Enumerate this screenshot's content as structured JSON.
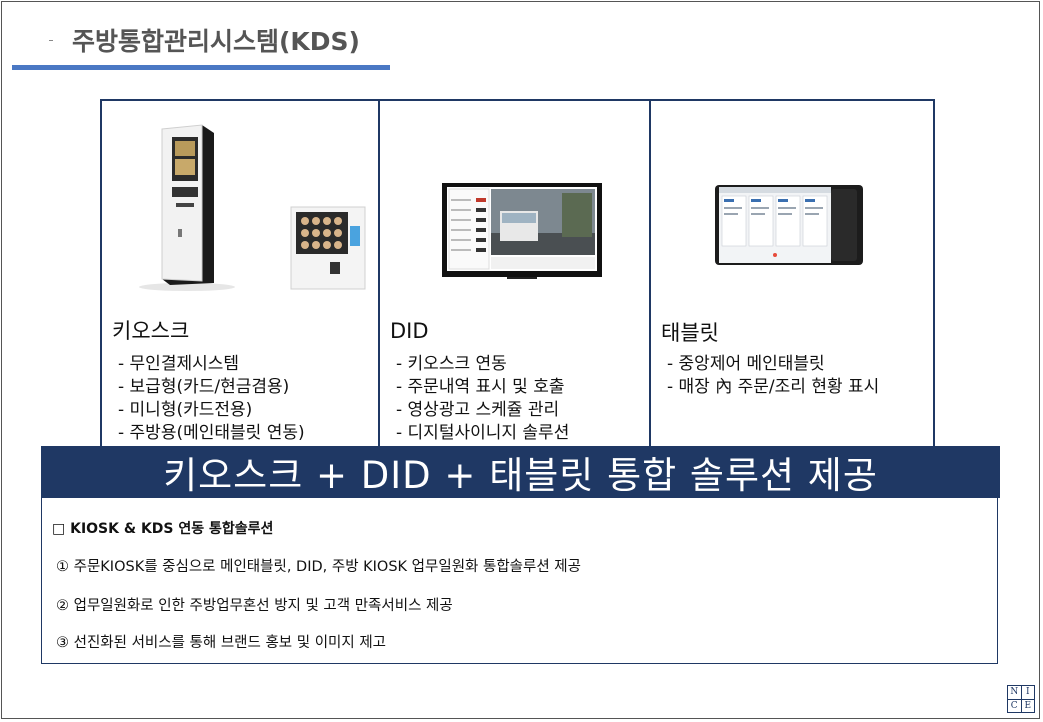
{
  "page": {
    "title": "주방통합관리시스템(KDS)"
  },
  "panels": [
    {
      "title": "키오스크",
      "features": [
        "- 무인결제시스템",
        "- 보급형(카드/현금겸용)",
        "- 미니형(카드전용)",
        "- 주방용(메인태블릿 연동)"
      ]
    },
    {
      "title": "DID",
      "features": [
        "- 키오스크 연동",
        "- 주문내역 표시 및 호출",
        "- 영상광고 스케쥴 관리",
        "- 디지털사이니지 솔루션"
      ]
    },
    {
      "title": "태블릿",
      "features": [
        "- 중앙제어 메인태블릿",
        "- 매장 內 주문/조리 현황 표시"
      ]
    }
  ],
  "banner": {
    "text": "키오스크 + DID + 태블릿 통합 솔루션 제공"
  },
  "info": {
    "heading": "□ KIOSK & KDS 연동 통합솔루션",
    "items": [
      "① 주문KIOSK를 중심으로 메인태블릿, DID, 주방 KIOSK 업무일원화 통합솔루션 제공",
      "② 업무일원화로 인한 주방업무혼선 방지 및 고객 만족서비스 제공",
      "③ 선진화된 서비스를 통해 브랜드 홍보 및 이미지 제고"
    ]
  },
  "logo": {
    "letters": [
      "N",
      "I",
      "C",
      "E"
    ]
  },
  "colors": {
    "navy": "#1f3864",
    "underline": "#4a78c4"
  }
}
